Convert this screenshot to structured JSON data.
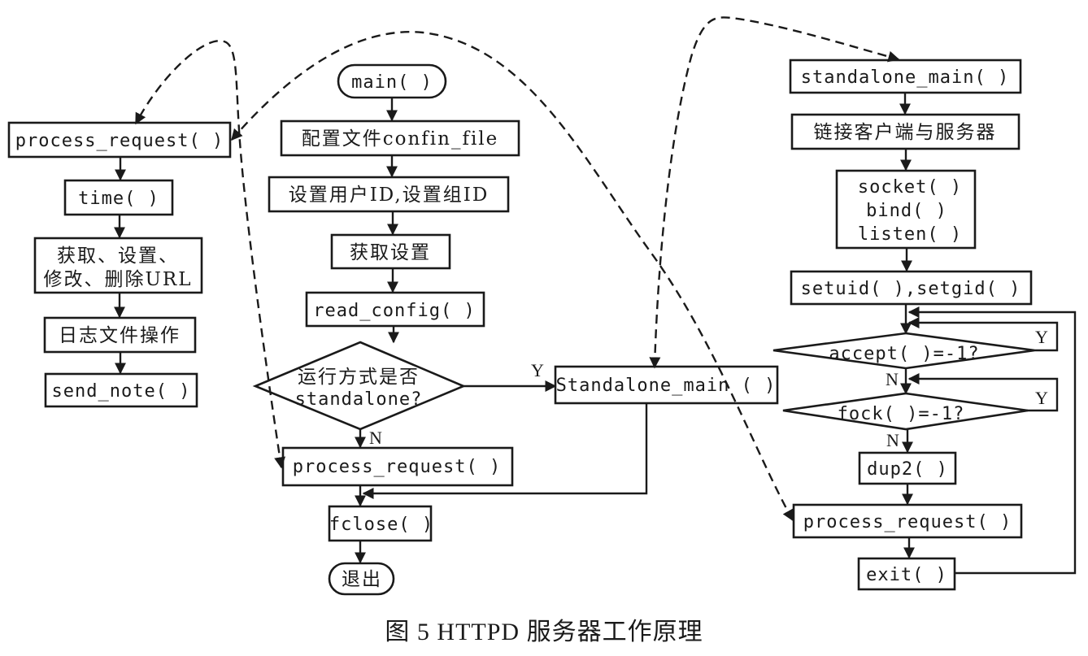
{
  "figure": {
    "caption": "图 5  HTTPD 服务器工作原理",
    "type": "flowchart",
    "line_color": "#1a1a1a",
    "background": "#ffffff"
  },
  "left_column": {
    "process_request": "process_request( )",
    "time": "time( )",
    "url_ops_line1": "获取、设置、",
    "url_ops_line2": "修改、删除URL",
    "log_ops": "日志文件操作",
    "send_note": "send_note( )"
  },
  "main_column": {
    "main": "main( )",
    "config_file": "配置文件confin_file",
    "set_ids": "设置用户ID,设置组ID",
    "get_settings": "获取设置",
    "read_config": "read_config( )",
    "decision_line1": "运行方式是否",
    "decision_line2": "standalone?",
    "yes_label": "Y",
    "no_label": "N",
    "standalone_main": "Standalone_main ( )",
    "process_request": "process_request( )",
    "fclose": "fclose( )",
    "exit": "退出"
  },
  "right_column": {
    "standalone_main": "standalone_main( )",
    "connect": "链接客户端与服务器",
    "socket": "socket( )",
    "bind": "bind( )",
    "listen": "listen( )",
    "setuid": "setuid( ),setgid( )",
    "accept_decision": "accept( )=-1?",
    "fork_decision": "fock( )=-1?",
    "yes_label": "Y",
    "no_label": "N",
    "dup2": "dup2( )",
    "process_request": "process_request( )",
    "exit": "exit( )"
  }
}
